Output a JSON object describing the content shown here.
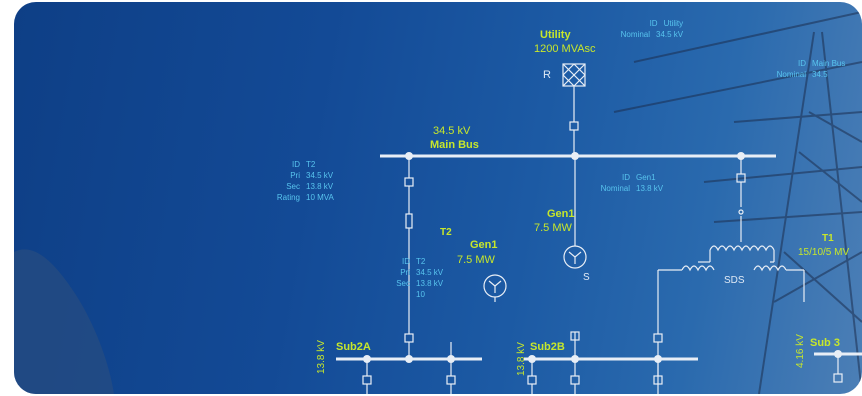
{
  "utility": {
    "name": "Utility",
    "rating": "1200 MVAsc",
    "r_label": "R",
    "info": {
      "id_label": "ID",
      "id_value": "Utility",
      "nominal_label": "Nominal",
      "nominal_value": "34.5  kV"
    }
  },
  "main_bus": {
    "voltage": "34.5 kV",
    "name": "Main Bus"
  },
  "main_bus_info": {
    "id_label": "ID",
    "id_value": "Main Bus",
    "nominal_label": "Nominal",
    "nominal_value": "34.5"
  },
  "t2_info": {
    "id_label": "ID",
    "id_value": "T2",
    "pri_label": "Pri",
    "pri_value": "34.5 kV",
    "sec_label": "Sec",
    "sec_value": "13.8 kV",
    "rating_label": "Rating",
    "rating_value": "10  MVA"
  },
  "t2_label": "T2",
  "t2_info2": {
    "id_label": "ID",
    "id_value": "T2",
    "pri_label": "Pri",
    "pri_value": "34.5 kV",
    "sec_label": "Sec",
    "sec_value": "13.8 kV",
    "extra": "10"
  },
  "gen1_left": {
    "name": "Gen1",
    "rating": "7.5 MW"
  },
  "gen1_center": {
    "name": "Gen1",
    "rating": "7.5 MW",
    "s_label": "S"
  },
  "gen1_info": {
    "id_label": "ID",
    "id_value": "Gen1",
    "nominal_label": "Nominal",
    "nominal_value": "13.8  kV"
  },
  "sds_label": "SDS",
  "t1": {
    "name": "T1",
    "rating": "15/10/5 MV"
  },
  "sub2a": {
    "name": "Sub2A",
    "voltage": "13.8 kV"
  },
  "sub2b": {
    "name": "Sub2B",
    "voltage": "13.8 kV"
  },
  "sub3": {
    "name": "Sub 3",
    "voltage": "4.16 kV"
  },
  "colors": {
    "background": "#134a96",
    "bus": "#e8eef6",
    "label_lime": "#c7e72b",
    "info_cyan": "#58c4ee"
  }
}
